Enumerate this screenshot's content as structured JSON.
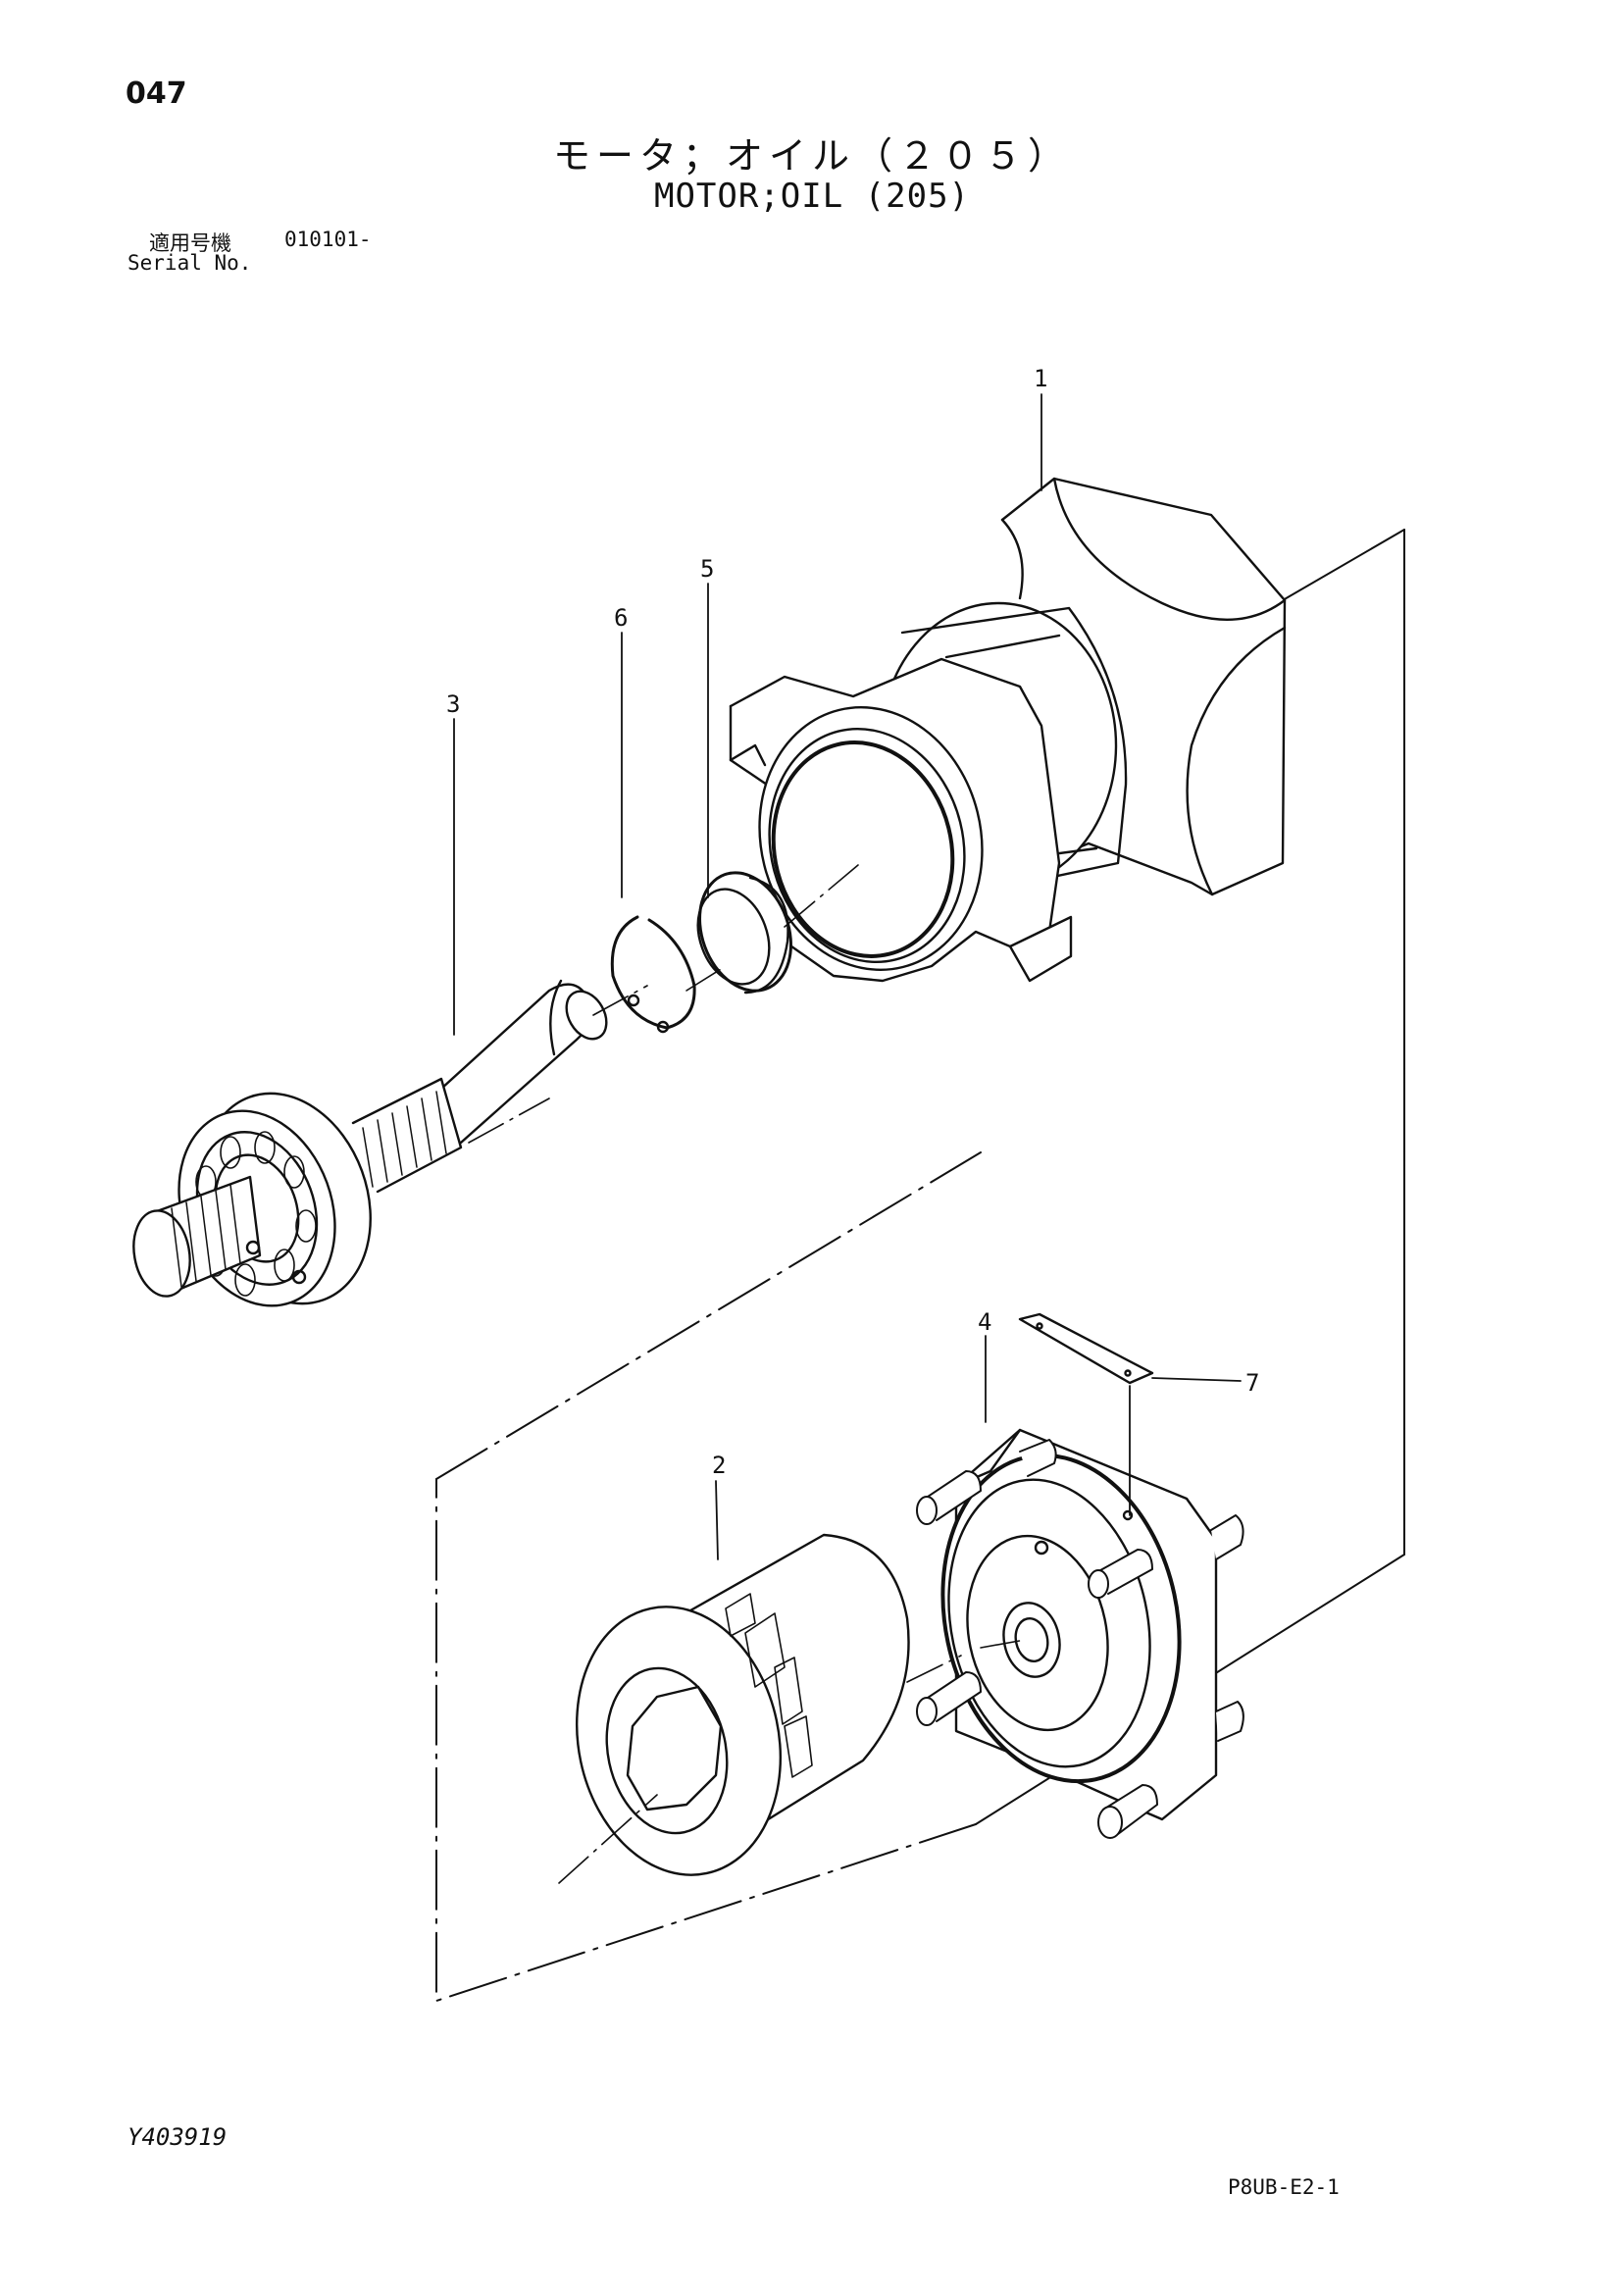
{
  "header": {
    "page_number": "047",
    "title_jp": "モータ；オイル（２０５）",
    "title_en": "MOTOR;OIL (205)",
    "serial_label_jp": "適用号機",
    "serial_value": "010101-",
    "serial_label_en": "Serial No."
  },
  "callouts": [
    "1",
    "2",
    "3",
    "4",
    "5",
    "6",
    "7"
  ],
  "footer": {
    "doc_code": "Y403919",
    "sheet_code": "P8UB-E2-1"
  }
}
